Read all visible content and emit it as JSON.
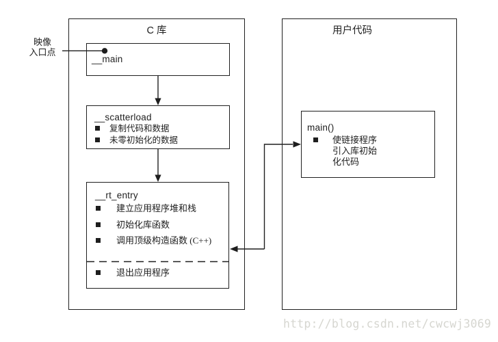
{
  "left_panel": {
    "title": "C 库",
    "entry_point_label": {
      "line1": "映像",
      "line2": "入口点"
    },
    "main_box": {
      "title": "__main"
    },
    "scatterload_box": {
      "title": "__scatterload",
      "items": [
        "复制代码和数据",
        "未零初始化的数据"
      ]
    },
    "rt_entry_box": {
      "title": "__rt_entry",
      "items": [
        "建立应用程序堆和栈",
        "初始化库函数",
        "调用顶级构造函数 (C++)"
      ],
      "exit_items": [
        "退出应用程序"
      ]
    }
  },
  "right_panel": {
    "title": "用户代码",
    "main_fn_box": {
      "title": "main()",
      "item_lines": [
        "使链接程序",
        "引入库初始",
        "化代码"
      ]
    }
  },
  "watermark": "http://blog.csdn.net/cwcwj3069",
  "colors": {
    "line": "#1e1e1e",
    "background": "#ffffff",
    "watermark": "#d6d6d0"
  }
}
